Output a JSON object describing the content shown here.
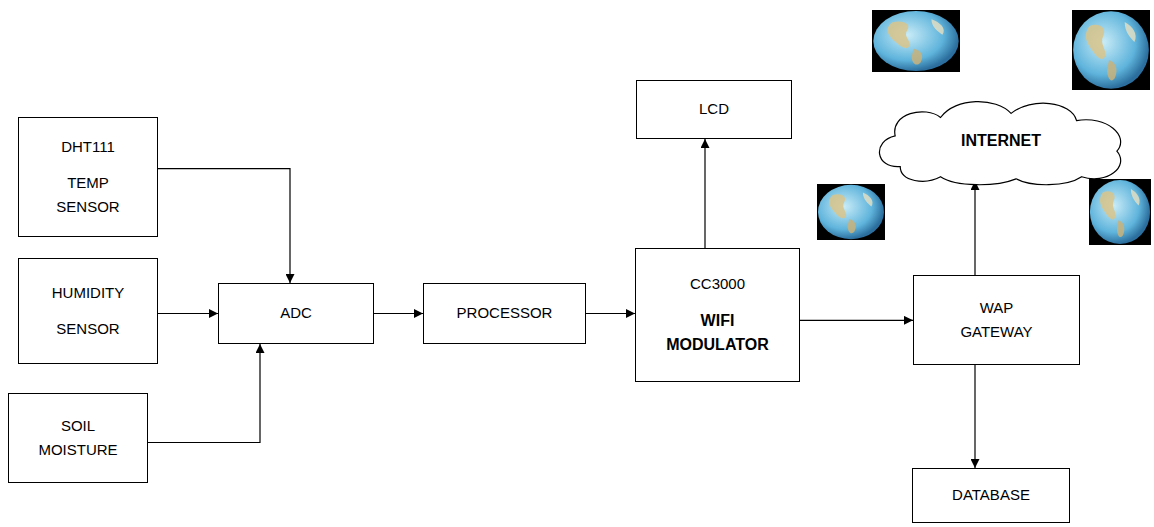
{
  "diagram": {
    "nodes": [
      {
        "text": [
          "DHT111",
          "TEMP SENSOR"
        ]
      },
      {
        "text": [
          "HUMIDITY SENSOR"
        ]
      },
      {
        "text": [
          "SOIL MOISTURE"
        ]
      },
      {
        "text": [
          "ADC"
        ]
      },
      {
        "text": [
          "PROCESSOR"
        ]
      },
      {
        "text": [
          "CC3000",
          "WIFI MODULATOR"
        ]
      },
      {
        "text": [
          "LCD"
        ]
      },
      {
        "text": [
          "INTERNET"
        ]
      },
      {
        "text": [
          "WAP GATEWAY"
        ]
      },
      {
        "text": [
          "DATABASE"
        ]
      }
    ],
    "edges": [
      {
        "from": 0,
        "to": 3,
        "arrow": "to"
      },
      {
        "from": 1,
        "to": 3,
        "arrow": "to"
      },
      {
        "from": 2,
        "to": 3,
        "arrow": "to"
      },
      {
        "from": 3,
        "to": 4,
        "arrow": "to"
      },
      {
        "from": 4,
        "to": 5,
        "arrow": "to"
      },
      {
        "from": 5,
        "to": 6,
        "arrow": "to"
      },
      {
        "from": 5,
        "to": 8,
        "arrow": "to"
      },
      {
        "from": 8,
        "to": 7,
        "arrow": "to"
      },
      {
        "from": 8,
        "to": 9,
        "arrow": "to"
      }
    ]
  }
}
